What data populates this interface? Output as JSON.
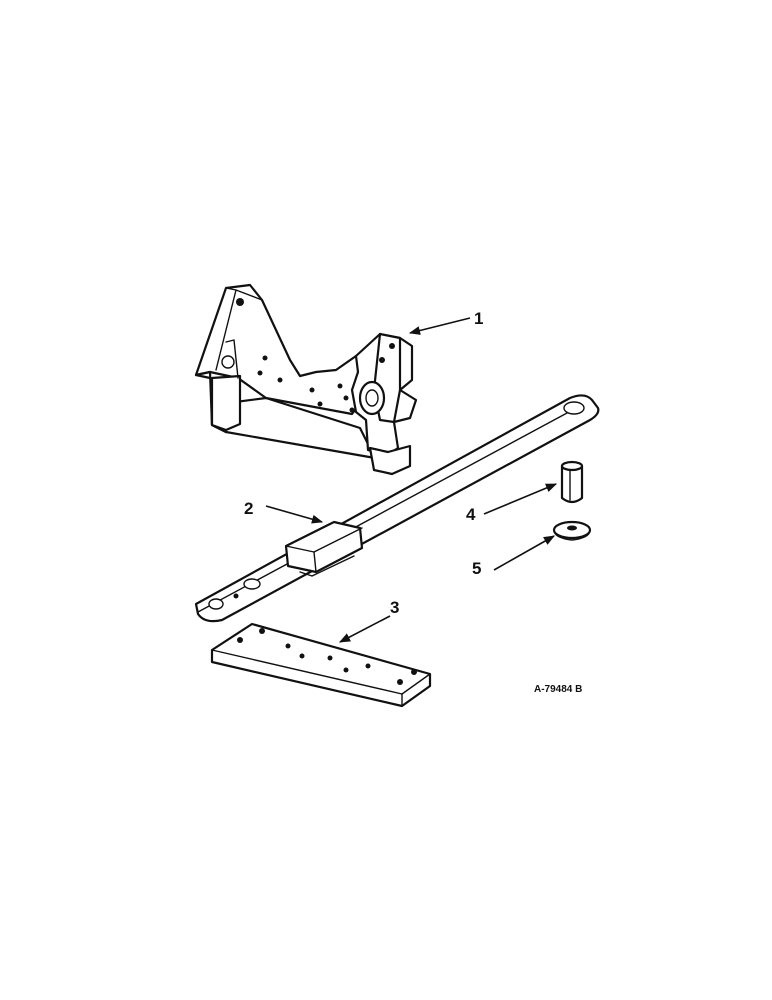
{
  "callouts": {
    "c1": "1",
    "c2": "2",
    "c3": "3",
    "c4": "4",
    "c5": "5"
  },
  "reference_code": "A-79484 B",
  "colors": {
    "ink": "#111111",
    "paper": "#ffffff"
  }
}
